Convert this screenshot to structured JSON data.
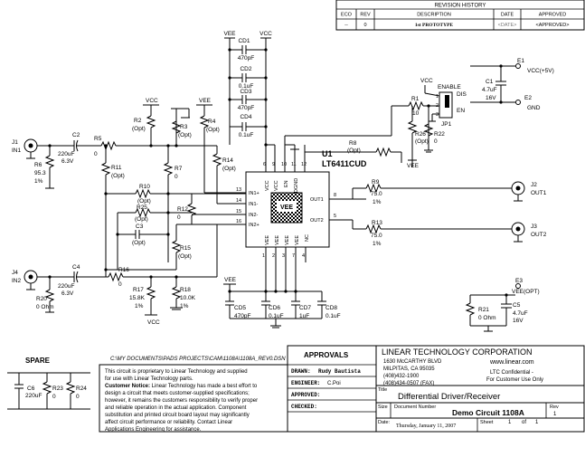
{
  "revision_history": {
    "title": "REVISION HISTORY",
    "headers": [
      "ECO",
      "REV",
      "DESCRIPTION",
      "DATE",
      "APPROVED"
    ],
    "row": [
      "--",
      "0",
      "1st PROTOTYPE",
      "<DATE>",
      "<APPROVED>"
    ]
  },
  "supply_labels": {
    "vcc": "VCC",
    "vee": "VEE",
    "vcc_plus5": "VCC(+5V)",
    "gnd": "GND",
    "vee_opt": "VEE(OPT)",
    "enable": "ENABLE",
    "dis": "DIS",
    "en": "EN"
  },
  "connectors": {
    "j1": {
      "ref": "J1",
      "name": "IN1"
    },
    "j4": {
      "ref": "J4",
      "name": "IN2"
    },
    "j2": {
      "ref": "J2",
      "name": "OUT1"
    },
    "j3": {
      "ref": "J3",
      "name": "OUT2"
    },
    "e1": "E1",
    "e2": "E2",
    "e3": "E3",
    "jp1": "JP1"
  },
  "ic": {
    "ref": "U1",
    "part": "LT6411CUD",
    "pad": "VEE",
    "pins_top": [
      {
        "num": "6",
        "name": "VCC"
      },
      {
        "num": "9",
        "name": "VCC"
      },
      {
        "num": "10",
        "name": "EN"
      },
      {
        "num": "11",
        "name": "DGND"
      },
      {
        "num": "12",
        "name": ""
      }
    ],
    "pins_left": [
      {
        "num": "13",
        "name": "IN1+"
      },
      {
        "num": "14",
        "name": "IN1-"
      },
      {
        "num": "15",
        "name": "IN2-"
      },
      {
        "num": "16",
        "name": "IN2+"
      }
    ],
    "pins_right": [
      {
        "num": "8",
        "name": "OUT1"
      },
      {
        "num": "5",
        "name": "OUT2"
      }
    ],
    "pins_bottom": [
      {
        "num": "1",
        "name": "VEE"
      },
      {
        "num": "2",
        "name": "VEE"
      },
      {
        "num": "3",
        "name": "VEE"
      },
      {
        "num": "7",
        "name": "VEE"
      },
      {
        "num": "4",
        "name": "NC"
      }
    ]
  },
  "components": {
    "cd1": [
      "CD1",
      "470pF"
    ],
    "cd2": [
      "CD2",
      "0.1uF"
    ],
    "cd3": [
      "CD3",
      "470pF"
    ],
    "cd4": [
      "CD4",
      "0.1uF"
    ],
    "c1": [
      "C1",
      "4.7uF",
      "16V"
    ],
    "c2": [
      "C2",
      "220uF",
      "6.3V"
    ],
    "c3": [
      "C3",
      "(Opt)"
    ],
    "c4": [
      "C4",
      "220uF",
      "6.3V"
    ],
    "c5": [
      "C5",
      "4.7uF",
      "16V"
    ],
    "c6": [
      "C6",
      "220uF"
    ],
    "cd5": [
      "CD5",
      "470pF"
    ],
    "cd6": [
      "CD6",
      "0.1uF"
    ],
    "cd7": [
      "CD7",
      "1uF"
    ],
    "cd8": [
      "CD8",
      "0.1uF"
    ],
    "r1": [
      "R1",
      "10"
    ],
    "r2": [
      "R2",
      "(Opt)"
    ],
    "r3": [
      "R3",
      "(Opt)"
    ],
    "r4": [
      "R4",
      "(Opt)"
    ],
    "r5": [
      "R5",
      "0"
    ],
    "r6": [
      "R6",
      "95.3",
      "1%"
    ],
    "r7": [
      "R7",
      "0"
    ],
    "r8": [
      "R8",
      "(Opt)"
    ],
    "r9": [
      "R9",
      "75.0",
      "1%"
    ],
    "r10": [
      "R10",
      "(Opt)"
    ],
    "r11": [
      "R11",
      "(Opt)"
    ],
    "r12": [
      "R12",
      "0"
    ],
    "r13": [
      "R13",
      "75.0",
      "1%"
    ],
    "r14": [
      "R14",
      "(Opt)"
    ],
    "r15": [
      "R15",
      "(Opt)"
    ],
    "r16": [
      "R16",
      "0"
    ],
    "r17": [
      "R17",
      "15.8K",
      "1%"
    ],
    "r18": [
      "R18",
      "10.0K",
      "1%"
    ],
    "r20": [
      "R20",
      "0 Ohm"
    ],
    "r21": [
      "R21",
      "0 Ohm"
    ],
    "r22": [
      "R22",
      "0"
    ],
    "r23": [
      "R23",
      "0"
    ],
    "r24": [
      "R24",
      "0"
    ],
    "r25": [
      "R25",
      "(Opt)"
    ],
    "r26": [
      "R26",
      "(Opt)"
    ]
  },
  "spare": "SPARE",
  "file_path": "C:\\MY DOCUMENTS\\PADS PROJECTS\\CAM\\1108A\\1108A_REV0.DSN",
  "notice": {
    "line1": "This circuit is proprietary to Linear Technology and supplied",
    "line2": "for use with Linear Technology parts.",
    "customer_notice_label": "Customer Notice:",
    "customer_notice_text": [
      " Linear Technology has made a best effort to",
      "design a circuit that meets customer-supplied specifications;",
      "however, it remains the customers responsibility to verify proper",
      "and reliable operation in the actual application. Component",
      "substitution and printed circuit board layout may significantly",
      "affect circuit performance or reliability. Contact Linear",
      "Applications Engineering for assistance."
    ]
  },
  "approvals": {
    "title": "APPROVALS",
    "drawn_label": "DRAWN:",
    "drawn_value": "Rudy Bautista",
    "engineer_label": "ENGINEER:",
    "engineer_value": "C.Poi",
    "approved_label": "APPROVED:",
    "checked_label": "CHECKED:"
  },
  "company": {
    "name": "LINEAR TECHNOLOGY CORPORATION",
    "address1": "1630 McCARTHY BLVD",
    "address2": "MILPITAS, CA 95035",
    "phone": "(408)432-1900",
    "fax": "(408)434-0507 (FAX)",
    "web": "www.linear.com",
    "confidential1": "LTC Confidential -",
    "confidential2": "For Customer Use Only"
  },
  "title_block": {
    "title_label": "Title",
    "title": "Differential Driver/Receiver",
    "size_label": "Size",
    "doc_label": "Document Number",
    "doc": "Demo Circuit 1108A",
    "rev_label": "Rev",
    "rev": "1",
    "date_label": "Date:",
    "date": "Thursday, January 11, 2007",
    "sheet_label": "Sheet",
    "sheet": "1",
    "of": "of",
    "sheets": "1"
  }
}
